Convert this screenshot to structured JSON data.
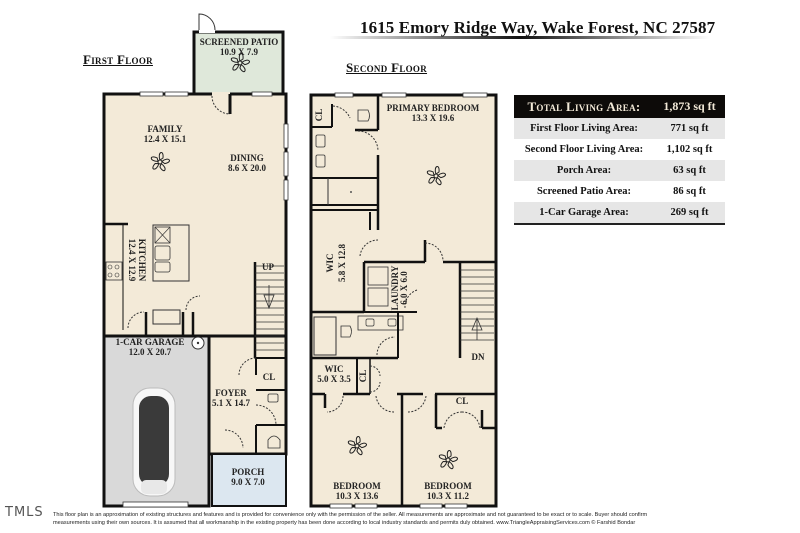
{
  "header": {
    "address": "1615 Emory Ridge Way, Wake Forest, NC 27587"
  },
  "floors": {
    "first": {
      "label": "First Floor",
      "rooms": {
        "screened_patio": {
          "name": "SCREENED PATIO",
          "dims": "10.9 X 7.9"
        },
        "family": {
          "name": "FAMILY",
          "dims": "12.4 X 15.1"
        },
        "dining": {
          "name": "DINING",
          "dims": "8.6 X 20.0"
        },
        "kitchen": {
          "name": "KITCHEN",
          "dims": "12.4 X 12.9"
        },
        "garage": {
          "name": "1-CAR GARAGE",
          "dims": "12.0 X 20.7"
        },
        "foyer": {
          "name": "FOYER",
          "dims": "5.1 X 14.7"
        },
        "closet": {
          "name": "CL"
        },
        "porch": {
          "name": "PORCH",
          "dims": "9.0 X 7.0"
        },
        "stairs": {
          "name": "UP"
        }
      }
    },
    "second": {
      "label": "Second Floor",
      "rooms": {
        "primary_bedroom": {
          "name": "PRIMARY BEDROOM",
          "dims": "13.3 X 19.6"
        },
        "primary_closet": {
          "name": "CL"
        },
        "wic_primary": {
          "name": "WIC",
          "dims": "5.8 X 12.8"
        },
        "laundry": {
          "name": "LAUNDRY",
          "dims": "6.0 X 6.0"
        },
        "wic_small": {
          "name": "WIC",
          "dims": "5.0 X 3.5"
        },
        "hall_closet": {
          "name": "CL"
        },
        "bedroom_2": {
          "name": "BEDROOM",
          "dims": "10.3 X 13.6"
        },
        "bedroom_3": {
          "name": "BEDROOM",
          "dims": "10.3 X 11.2"
        },
        "bedroom_3_closet": {
          "name": "CL"
        },
        "stairs": {
          "name": "DN"
        }
      }
    }
  },
  "area_table": {
    "rows": [
      {
        "label": "Total Living Area:",
        "value": "1,873 sq ft"
      },
      {
        "label": "First Floor Living Area:",
        "value": "771 sq ft"
      },
      {
        "label": "Second Floor Living Area:",
        "value": "1,102 sq ft"
      },
      {
        "label": "Porch Area:",
        "value": "63 sq ft"
      },
      {
        "label": "Screened Patio Area:",
        "value": "86 sq ft"
      },
      {
        "label": "1-Car Garage Area:",
        "value": "269 sq ft"
      }
    ]
  },
  "footer": {
    "logo": "TMLS",
    "disclaimer_line1": "This floor plan is an approximation of existing structures and features and is provided for convenience only with the permission of the seller.  All measurements are approximate and not guaranteed to be exact or to scale.  Buyer should confirm",
    "disclaimer_line2": "measurements using their own sources.  It is assumed that all workmanship in the existing property has been done according to local industry standards and permits duly obtained.      www.TriangleAppraisingServices.com      © Farshid Bondar"
  },
  "colors": {
    "living_fill": "#f3ead8",
    "patio_fill": "#dfe8da",
    "porch_fill": "#dce7f0",
    "garage_fill": "#d9d9d9",
    "wall": "#111111",
    "table_header_bg": "#0d0b09",
    "table_shade": "#e6e6e6"
  }
}
